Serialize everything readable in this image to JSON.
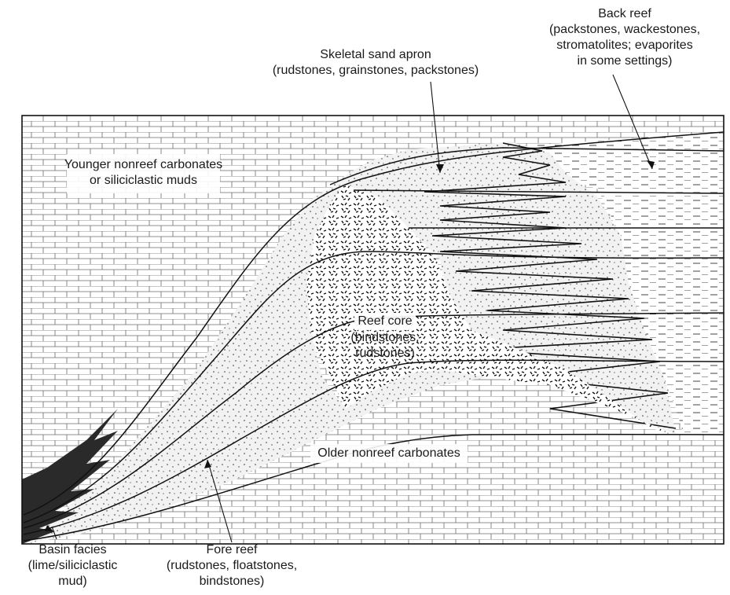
{
  "labels": {
    "back_reef": {
      "title": "Back reef",
      "lines": [
        "(packstones, wackestones,",
        "stromatolites; evaporites",
        "in some settings)"
      ]
    },
    "skeletal_sand_apron": {
      "title": "Skeletal sand apron",
      "lines": [
        "(rudstones, grainstones, packstones)"
      ]
    },
    "younger_nonreef": {
      "lines": [
        "Younger nonreef carbonates",
        "or siliciclastic muds"
      ]
    },
    "reef_core": {
      "title": "Reef core",
      "lines": [
        "(bindstones,",
        "rudstones)"
      ]
    },
    "older_nonreef": {
      "title": "Older nonreef carbonates"
    },
    "basin_facies": {
      "title": "Basin facies",
      "lines": [
        "(lime/siliciclastic",
        "mud)"
      ]
    },
    "fore_reef": {
      "title": "Fore reef",
      "lines": [
        "(rudstones, floatstones,",
        "bindstones)"
      ]
    }
  },
  "colors": {
    "ink": "#1a1a1a",
    "paper": "#ffffff",
    "brick_line": "#555555",
    "basin_fill": "#2a2a2a",
    "sand_fill": "#f2f2f2"
  },
  "patterns": [
    "brick-pattern",
    "dash-pattern",
    "stipple-pattern",
    "reef-pattern"
  ]
}
